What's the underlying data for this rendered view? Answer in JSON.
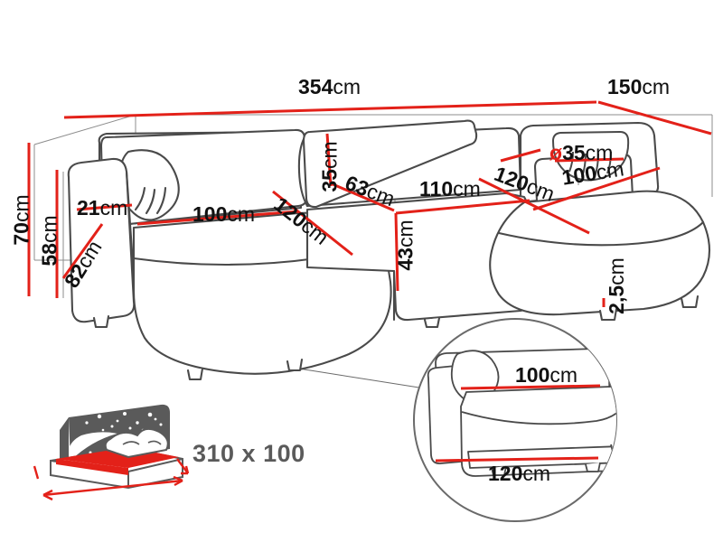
{
  "colors": {
    "dimension_red": "#E32119",
    "outline_dark": "#4A4A4A",
    "construction_gray": "#8C8C8C",
    "icon_gray": "#5A5A5A",
    "mattress_red": "#E32119",
    "background": "#FFFFFF"
  },
  "diagram": {
    "title": "corner-sofa-bed-dimension-drawing",
    "unit": "cm"
  },
  "dimensions": {
    "total_width": {
      "value": "354",
      "unit": "cm",
      "orientation": "horizontal"
    },
    "total_depth": {
      "value": "150",
      "unit": "cm",
      "orientation": "horizontal"
    },
    "total_height": {
      "value": "70",
      "unit": "cm",
      "orientation": "vertical"
    },
    "backrest_height": {
      "value": "58",
      "unit": "cm",
      "orientation": "vertical"
    },
    "armrest_width": {
      "value": "21",
      "unit": "cm",
      "orientation": "horizontal"
    },
    "armrest_depth": {
      "value": "82",
      "unit": "cm",
      "orientation": "diagonal"
    },
    "left_seat_width": {
      "value": "100",
      "unit": "cm",
      "orientation": "horizontal"
    },
    "left_seat_depth": {
      "value": "120",
      "unit": "cm",
      "orientation": "diagonal"
    },
    "backrest_cushion_height": {
      "value": "35",
      "unit": "cm",
      "orientation": "vertical"
    },
    "backrest_cushion_depth": {
      "value": "63",
      "unit": "cm",
      "orientation": "diagonal"
    },
    "middle_seat_width": {
      "value": "110",
      "unit": "cm",
      "orientation": "horizontal"
    },
    "seat_height": {
      "value": "43",
      "unit": "cm",
      "orientation": "vertical"
    },
    "bolster_diameter": {
      "symbol": "ø",
      "value": "35",
      "unit": "cm",
      "orientation": "horizontal"
    },
    "chaise_depth": {
      "value": "120",
      "unit": "cm",
      "orientation": "diagonal"
    },
    "chaise_width": {
      "value": "100",
      "unit": "cm",
      "orientation": "diagonal"
    },
    "leg_height": {
      "value": "2,5",
      "unit": "cm",
      "orientation": "vertical"
    }
  },
  "detail_inset": {
    "name": "chaise-detail-magnifier",
    "seat_width": {
      "value": "100",
      "unit": "cm"
    },
    "base_width": {
      "value": "120",
      "unit": "cm"
    }
  },
  "sleeping_area": {
    "label": "310 x 100",
    "icon": "bed-with-starry-sky-icon"
  }
}
